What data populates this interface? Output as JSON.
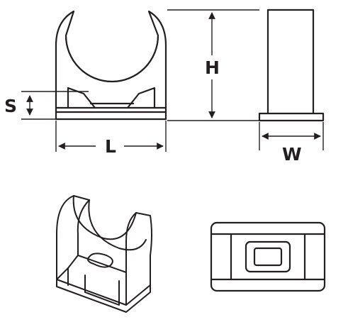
{
  "labels": {
    "height": "H",
    "length": "L",
    "width": "W",
    "seat": "S"
  },
  "colors": {
    "ink": "#231f20",
    "paper": "#ffffff"
  }
}
